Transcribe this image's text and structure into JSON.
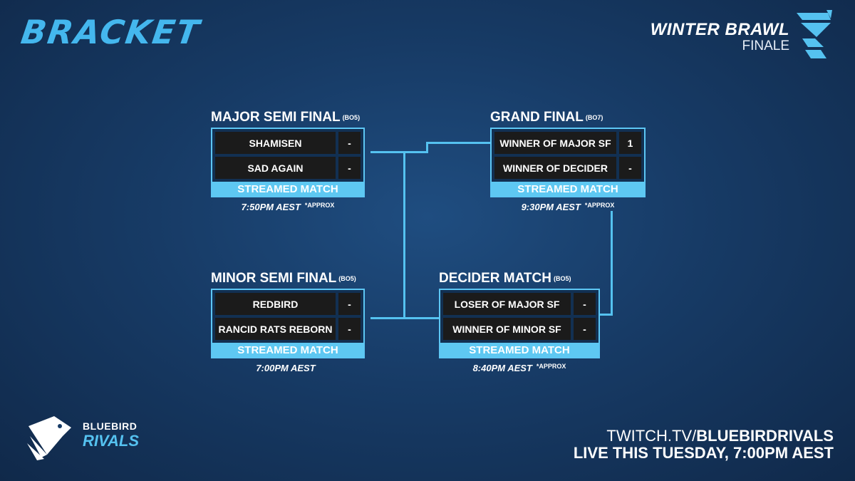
{
  "header": {
    "title": "BRACKET",
    "event_name": "WINTER BRAWL",
    "event_sub": "FINALE"
  },
  "matches": {
    "major_sf": {
      "title": "MAJOR SEMI FINAL",
      "bo": "(BO5)",
      "teams": [
        {
          "name": "SHAMISEN",
          "score": "-"
        },
        {
          "name": "SAD AGAIN",
          "score": "-"
        }
      ],
      "stream": "STREAMED MATCH",
      "time": "7:50PM AEST",
      "approx": "*APPROX"
    },
    "minor_sf": {
      "title": "MINOR SEMI FINAL",
      "bo": "(BO5)",
      "teams": [
        {
          "name": "REDBIRD",
          "score": "-"
        },
        {
          "name": "RANCID RATS REBORN",
          "score": "-"
        }
      ],
      "stream": "STREAMED MATCH",
      "time": "7:00PM AEST",
      "approx": ""
    },
    "grand_final": {
      "title": "GRAND FINAL",
      "bo": "(BO7)",
      "teams": [
        {
          "name": "WINNER OF MAJOR SF",
          "score": "1"
        },
        {
          "name": "WINNER OF DECIDER",
          "score": "-"
        }
      ],
      "stream": "STREAMED MATCH",
      "time": "9:30PM AEST",
      "approx": "*APPROX"
    },
    "decider": {
      "title": "DECIDER MATCH",
      "bo": "(BO5)",
      "teams": [
        {
          "name": "LOSER OF MAJOR SF",
          "score": "-"
        },
        {
          "name": "WINNER OF MINOR SF",
          "score": "-"
        }
      ],
      "stream": "STREAMED MATCH",
      "time": "8:40PM AEST",
      "approx": "*APPROX"
    }
  },
  "brand": {
    "line1": "BLUEBIRD",
    "line2": "RIVALS"
  },
  "footer": {
    "url_prefix": "TWITCH.TV/",
    "url_main": "BLUEBIRDRIVALS",
    "live": "LIVE THIS TUESDAY, 7:00PM AEST"
  },
  "colors": {
    "background": "#173b66",
    "accent": "#5ec8f2",
    "cell": "#1b1b1b"
  }
}
